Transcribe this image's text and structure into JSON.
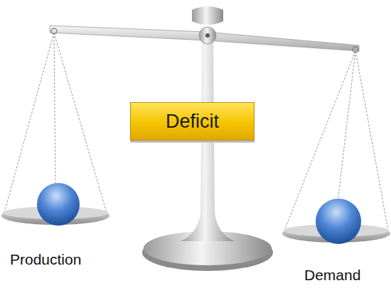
{
  "diagram": {
    "nodes": [
      {
        "text": [
          "Deficit"
        ]
      }
    ],
    "labels": [
      "Production",
      "Demand"
    ]
  }
}
